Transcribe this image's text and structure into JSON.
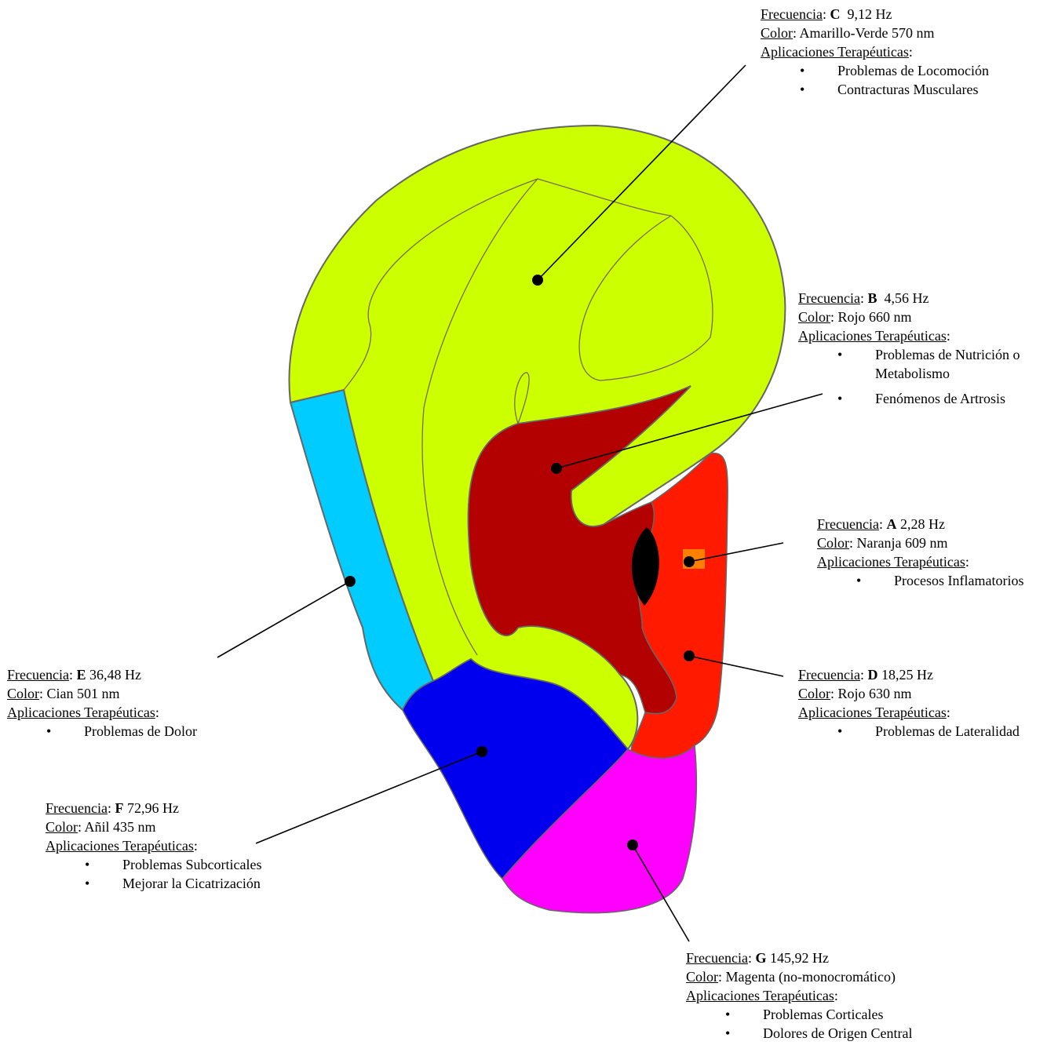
{
  "labels": {
    "frequency": "Frecuencia",
    "color": "Color",
    "applications": "Aplicaciones Terapéuticas"
  },
  "zones": [
    {
      "id": "C",
      "freq": "9,12 Hz",
      "color": "Amarillo-Verde 570 nm",
      "fill": "#ccff00",
      "applications": [
        "Problemas de Locomoción",
        "Contracturas Musculares"
      ]
    },
    {
      "id": "B",
      "freq": "4,56 Hz",
      "color": "Rojo 660 nm",
      "fill": "#b30000",
      "applications": [
        "Problemas de Nutrición o Metabolismo",
        "Fenómenos de Artrosis"
      ]
    },
    {
      "id": "A",
      "freq": "2,28 Hz",
      "color": "Naranja 609 nm",
      "fill": "#ff8000",
      "applications": [
        "Procesos Inflamatorios"
      ]
    },
    {
      "id": "D",
      "freq": "18,25 Hz",
      "color": "Rojo 630 nm",
      "fill": "#ff1a00",
      "applications": [
        "Problemas de Lateralidad"
      ]
    },
    {
      "id": "E",
      "freq": "36,48 Hz",
      "color": "Cian 501 nm",
      "fill": "#00ccff",
      "applications": [
        "Problemas de Dolor"
      ]
    },
    {
      "id": "F",
      "freq": "72,96 Hz",
      "color": "Añil 435 nm",
      "fill": "#0000ee",
      "applications": [
        "Problemas Subcorticales",
        "Mejorar la Cicatrización"
      ]
    },
    {
      "id": "G",
      "freq": "145,92 Hz",
      "color": "Magenta (no-monocromático)",
      "fill": "#ff00ff",
      "applications": [
        "Problemas Corticales",
        "Dolores de Origen Central"
      ]
    }
  ]
}
